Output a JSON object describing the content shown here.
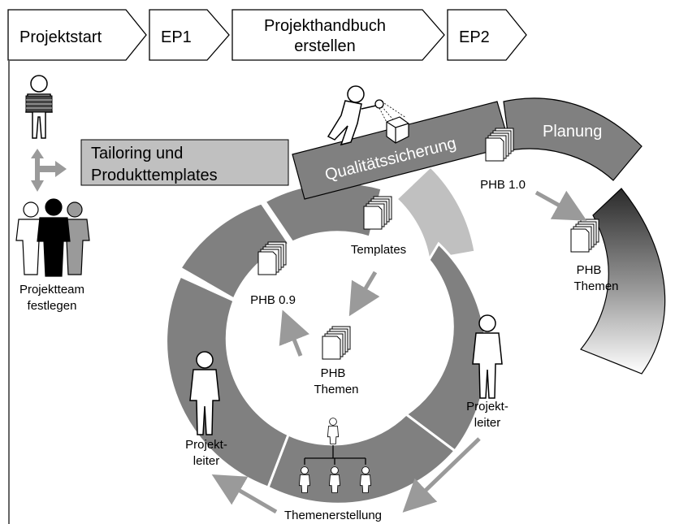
{
  "phases": [
    {
      "label": "Projektstart"
    },
    {
      "label": "EP1"
    },
    {
      "label_line1": "Projekthandbuch",
      "label_line2": "erstellen"
    },
    {
      "label": "EP2"
    }
  ],
  "tailoring": {
    "line1": "Tailoring und",
    "line2": "Produkttemplates"
  },
  "qs_label": "Qualitätssicherung",
  "planung_label": "Planung",
  "labels": {
    "projektteam_line1": "Projektteam",
    "projektteam_line2": "festlegen",
    "phb10": "PHB 1.0",
    "phb_right_line1": "PHB",
    "phb_right_line2": "Themen",
    "templates": "Templates",
    "phb09": "PHB 0.9",
    "phb_center_line1": "PHB",
    "phb_center_line2": "Themen",
    "pl_right_line1": "Projekt-",
    "pl_right_line2": "leiter",
    "pl_left_line1": "Projekt-",
    "pl_left_line2": "leiter",
    "themenerstellung": "Themenerstellung"
  },
  "colors": {
    "ring": "#808080",
    "ring_light": "#c0c0c0",
    "arrow": "#9a9a9a",
    "outline": "#000000"
  }
}
